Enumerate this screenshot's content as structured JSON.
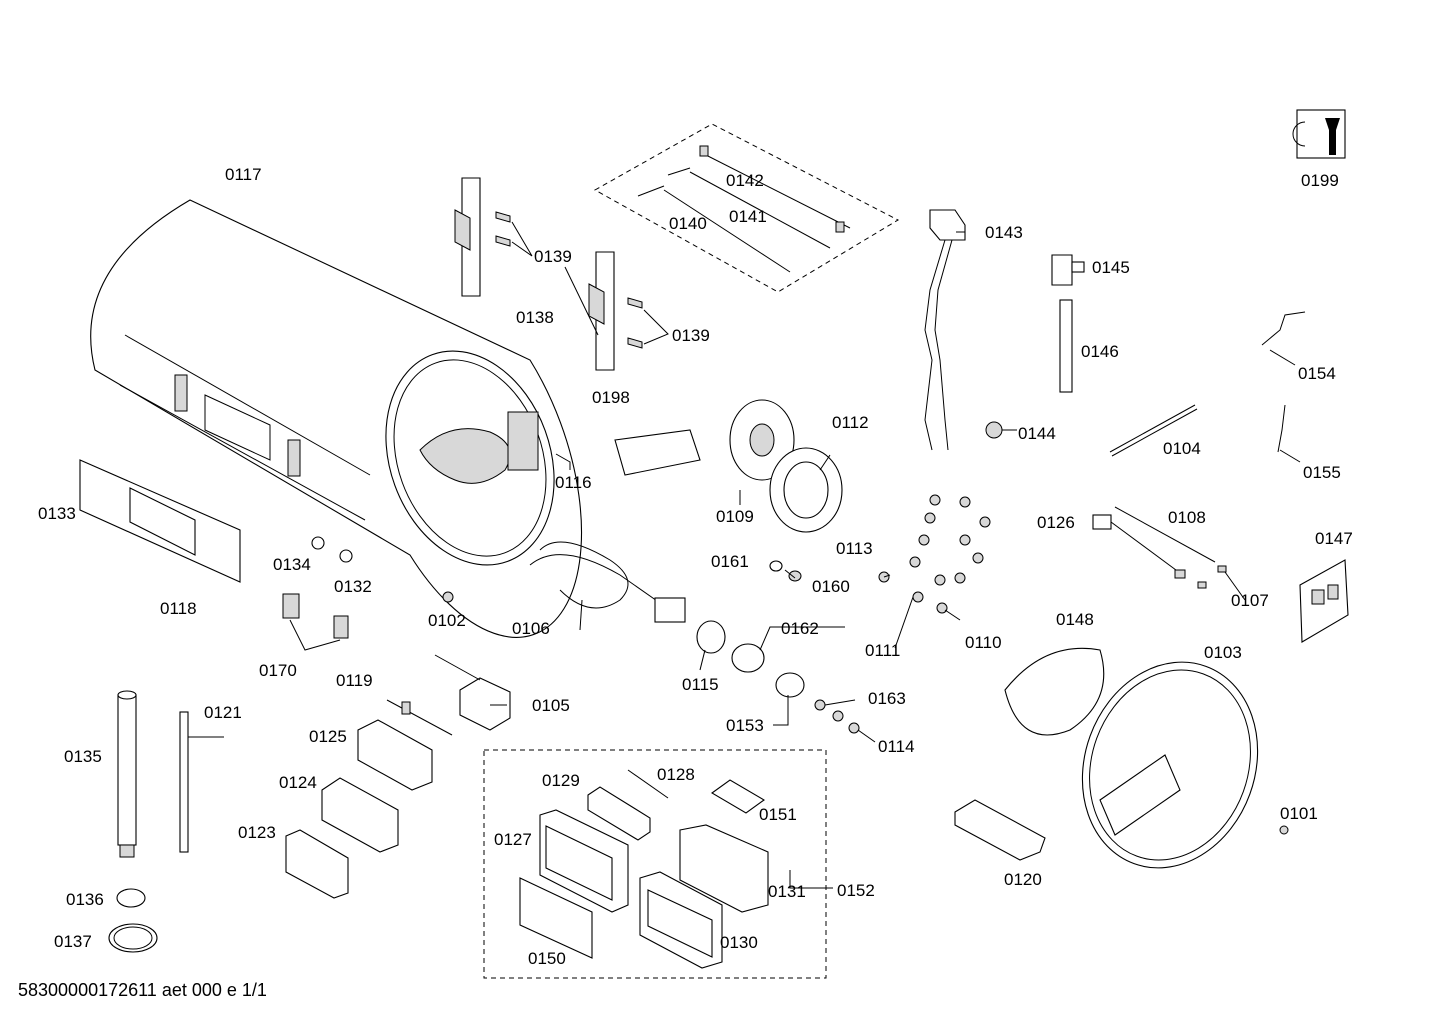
{
  "document_id": "58300000172611 aet 000 e 1/1",
  "service_icon": "wrench-icon",
  "labels": {
    "p0117": "0117",
    "p0139a": "0139",
    "p0138": "0138",
    "p0139b": "0139",
    "p0142": "0142",
    "p0141": "0141",
    "p0140": "0140",
    "p0143": "0143",
    "p0145": "0145",
    "p0146": "0146",
    "p0199": "0199",
    "p0154": "0154",
    "p0155": "0155",
    "p0104": "0104",
    "p0144": "0144",
    "p0198": "0198",
    "p0116": "0116",
    "p0112": "0112",
    "p0109": "0109",
    "p0133": "0133",
    "p0118": "0118",
    "p0134": "0134",
    "p0132": "0132",
    "p0102": "0102",
    "p0170": "0170",
    "p0106": "0106",
    "p0161": "0161",
    "p0160": "0160",
    "p0113": "0113",
    "p0162": "0162",
    "p0115": "0115",
    "p0111": "0111",
    "p0110": "0110",
    "p0126": "0126",
    "p0108": "0108",
    "p0107": "0107",
    "p0147": "0147",
    "p0148": "0148",
    "p0103": "0103",
    "p0119": "0119",
    "p0105": "0105",
    "p0153": "0153",
    "p0163": "0163",
    "p0114": "0114",
    "p0121": "0121",
    "p0135": "0135",
    "p0125": "0125",
    "p0124": "0124",
    "p0123": "0123",
    "p0136": "0136",
    "p0137": "0137",
    "p0129": "0129",
    "p0128": "0128",
    "p0151": "0151",
    "p0127": "0127",
    "p0131": "0131",
    "p0152": "0152",
    "p0150": "0150",
    "p0130": "0130",
    "p0101": "0101",
    "p0120": "0120"
  }
}
